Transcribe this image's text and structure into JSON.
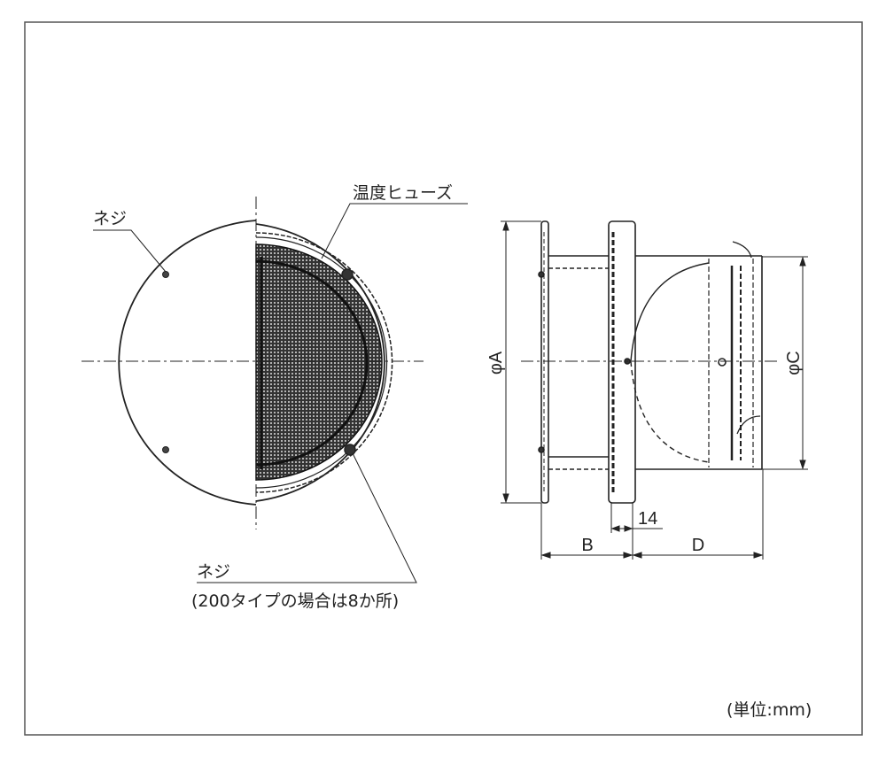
{
  "labels": {
    "screw_top": "ネジ",
    "thermal_fuse": "温度ヒューズ",
    "screw_bottom": "ネジ",
    "screw_bottom_note": "(200タイプの場合は8か所)",
    "unit": "(単位:mm)"
  },
  "dimensions": {
    "diameter_a": "φA",
    "diameter_c": "φC",
    "b": "B",
    "d": "D",
    "fixed": "14"
  },
  "colors": {
    "line": "#222222",
    "mesh": "#3a3a3a",
    "frame": "#555555"
  }
}
